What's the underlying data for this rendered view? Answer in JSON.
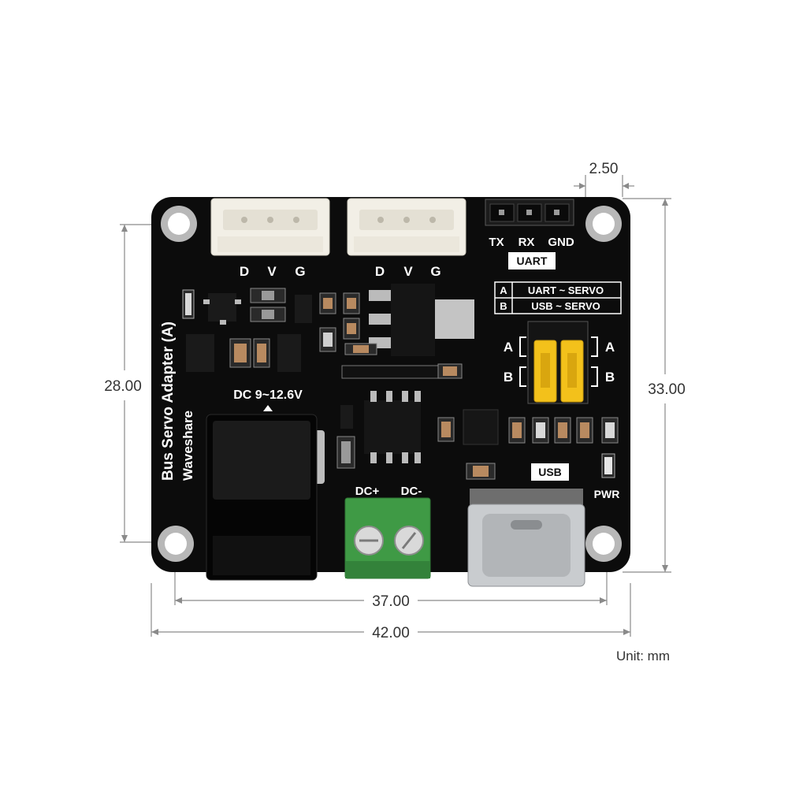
{
  "dimensions": {
    "hole_offset": "2.50",
    "hole_spacing_vertical": "28.00",
    "board_height": "33.00",
    "hole_spacing_horizontal": "37.00",
    "board_width": "42.00",
    "unit": "Unit: mm"
  },
  "board": {
    "name": "Bus Servo Adapter (A)",
    "brand": "Waveshare",
    "connector_left_pins": [
      "D",
      "V",
      "G"
    ],
    "connector_right_pins": [
      "D",
      "V",
      "G"
    ],
    "uart_pins": [
      "TX",
      "RX",
      "GND"
    ],
    "uart_label": "UART",
    "mode_table": [
      {
        "key": "A",
        "value": "UART ~ SERVO"
      },
      {
        "key": "B",
        "value": "USB ~ SERVO"
      }
    ],
    "jumper_left": [
      "A",
      "B"
    ],
    "jumper_right": [
      "A",
      "B"
    ],
    "power_input": "DC 9~12.6V",
    "terminal_plus": "DC+",
    "terminal_minus": "DC-",
    "usb_label": "USB",
    "pwr_label": "PWR"
  },
  "colors": {
    "pcb": "#0c0c0c",
    "silk": "#ffffff",
    "connector": "#f2efe6",
    "terminal": "#3f9a45",
    "jumper": "#f3c11b",
    "usb_metal": "#c9cccf"
  }
}
